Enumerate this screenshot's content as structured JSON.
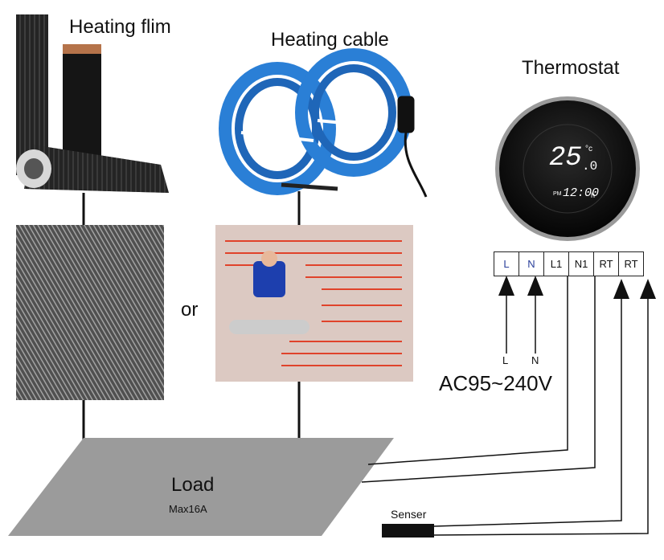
{
  "labels": {
    "heating_film": "Heating flim",
    "heating_cable": "Heating cable",
    "thermostat": "Thermostat",
    "or": "or",
    "voltage": "AC95~240V",
    "load": "Load",
    "load_max": "Max16A",
    "sensor": "Senser",
    "input_l": "L",
    "input_n": "N"
  },
  "thermostat_display": {
    "temperature": "25",
    "decimal": ".0",
    "unit": "°c",
    "time": "12:00",
    "time_suffix": "h",
    "period": "PM"
  },
  "terminals": [
    "L",
    "N",
    "L1",
    "N1",
    "RT",
    "RT"
  ],
  "colors": {
    "terminal_blue_text": "#2a3f9a",
    "load_fill": "#9b9b9b",
    "cable_blue": "#2a7fd6",
    "thermostat_body": "#0b0b0b"
  }
}
